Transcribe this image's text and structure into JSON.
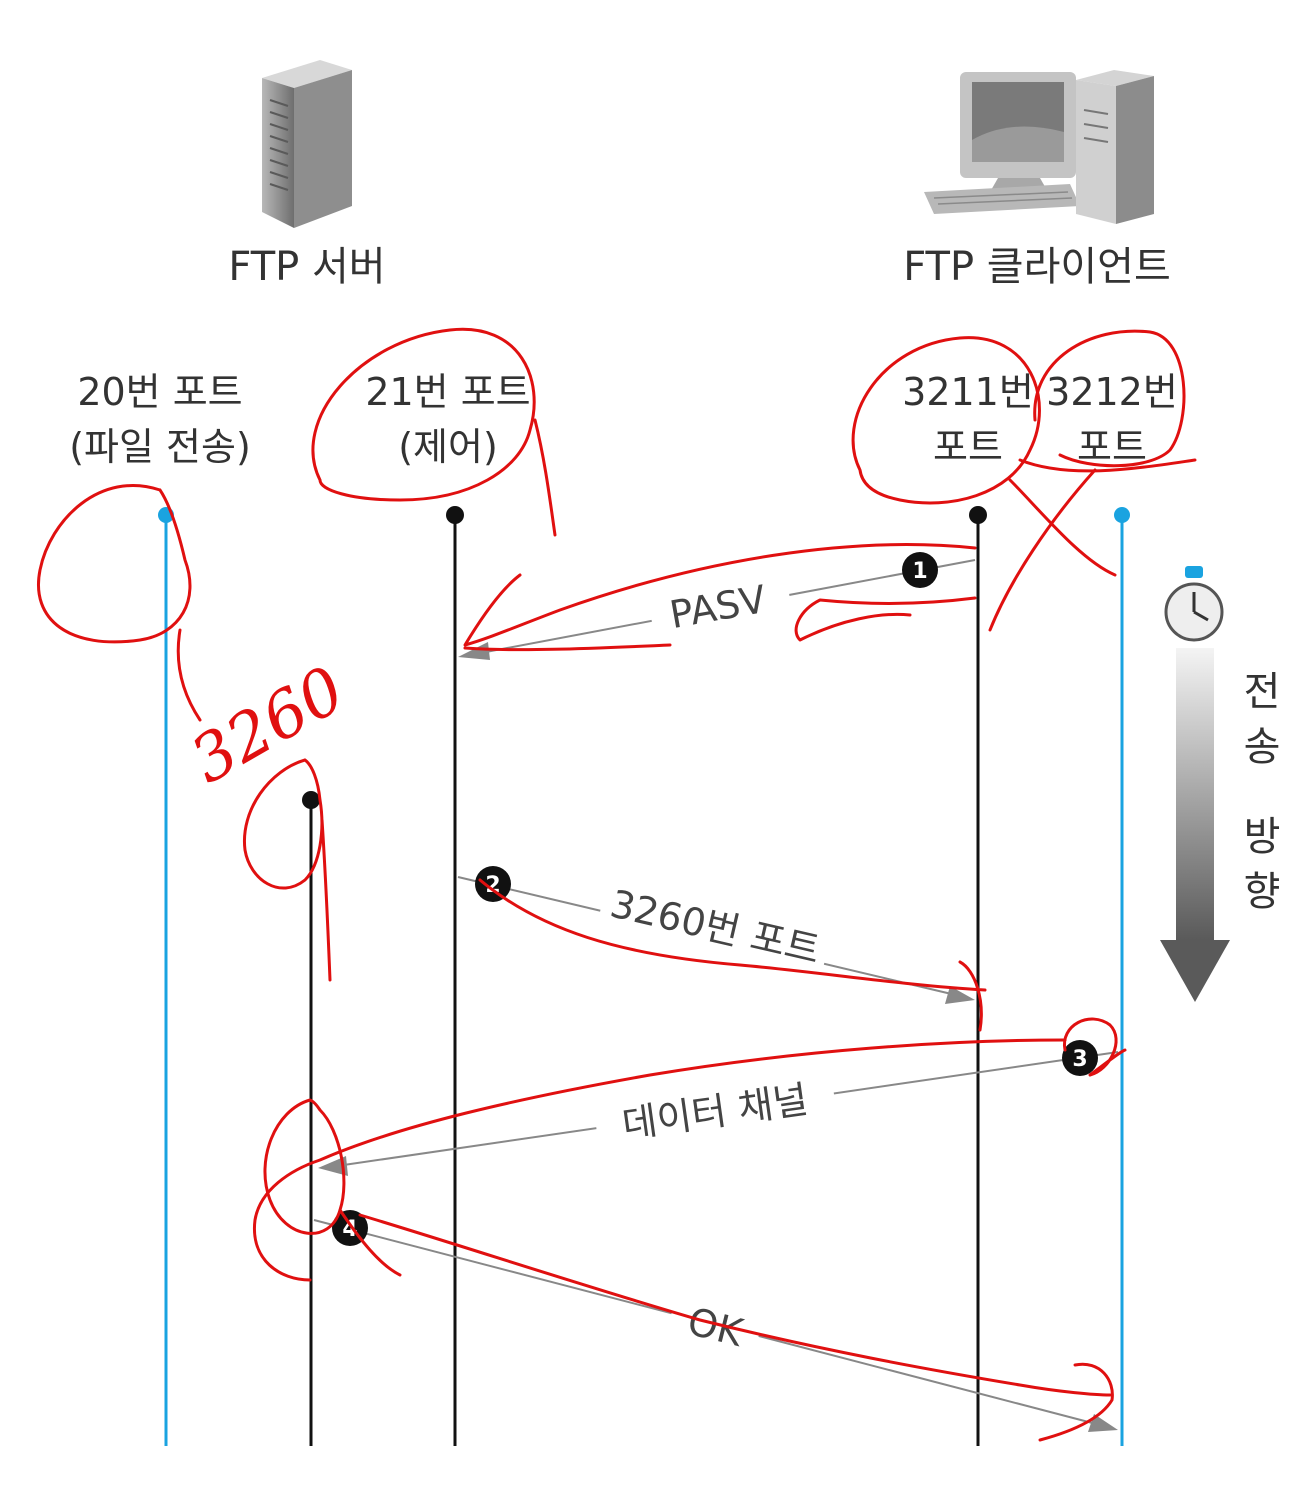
{
  "server": {
    "title": "FTP 서버"
  },
  "client": {
    "title": "FTP 클라이언트"
  },
  "ports": {
    "p20": {
      "line1": "20번 포트",
      "line2": "(파일 전송)"
    },
    "p21": {
      "line1": "21번 포트",
      "line2": "(제어)"
    },
    "p3211": {
      "line1": "3211번",
      "line2": "포트"
    },
    "p3212": {
      "line1": "3212번",
      "line2": "포트"
    }
  },
  "messages": {
    "m1": {
      "step": "1",
      "label": "PASV"
    },
    "m2": {
      "step": "2",
      "label": "3260번 포트"
    },
    "m3": {
      "step": "3",
      "label": "데이터 채널"
    },
    "m4": {
      "step": "4",
      "label": "OK"
    }
  },
  "direction": {
    "chars": [
      "전",
      "송",
      "방",
      "향"
    ]
  },
  "annotation": {
    "text": "3260"
  },
  "colors": {
    "lifeline_data": "#1aa3e0",
    "lifeline_control": "#111111",
    "arrow": "#888888",
    "ink": "#e01010"
  }
}
